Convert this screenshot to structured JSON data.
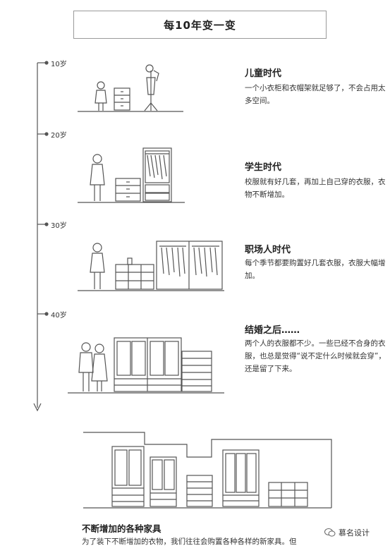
{
  "header": {
    "title": "每10年变一变"
  },
  "timeline": [
    {
      "age": "10岁",
      "title": "儿童时代",
      "desc": "一个小衣柜和衣帽架就足够了，不会占用太多空间。"
    },
    {
      "age": "20岁",
      "title": "学生时代",
      "desc": "校服就有好几套，再加上自己穿的衣服，衣物不断增加。"
    },
    {
      "age": "30岁",
      "title": "职场人时代",
      "desc": "每个季节都要购置好几套衣服，衣服大幅增加。"
    },
    {
      "age": "40岁",
      "title": "结婚之后……",
      "desc": "两个人的衣服都不少。一些已经不合身的衣服，也总是觉得“说不定什么时候就会穿”，还是留了下来。"
    }
  ],
  "bottom": {
    "title": "不断增加的各种家具",
    "desc": "为了装下不断增加的衣物，我们往往会购置各种各样的新家具。但"
  },
  "watermark": {
    "text": "慕名设计",
    "icon": "wechat-icon"
  }
}
